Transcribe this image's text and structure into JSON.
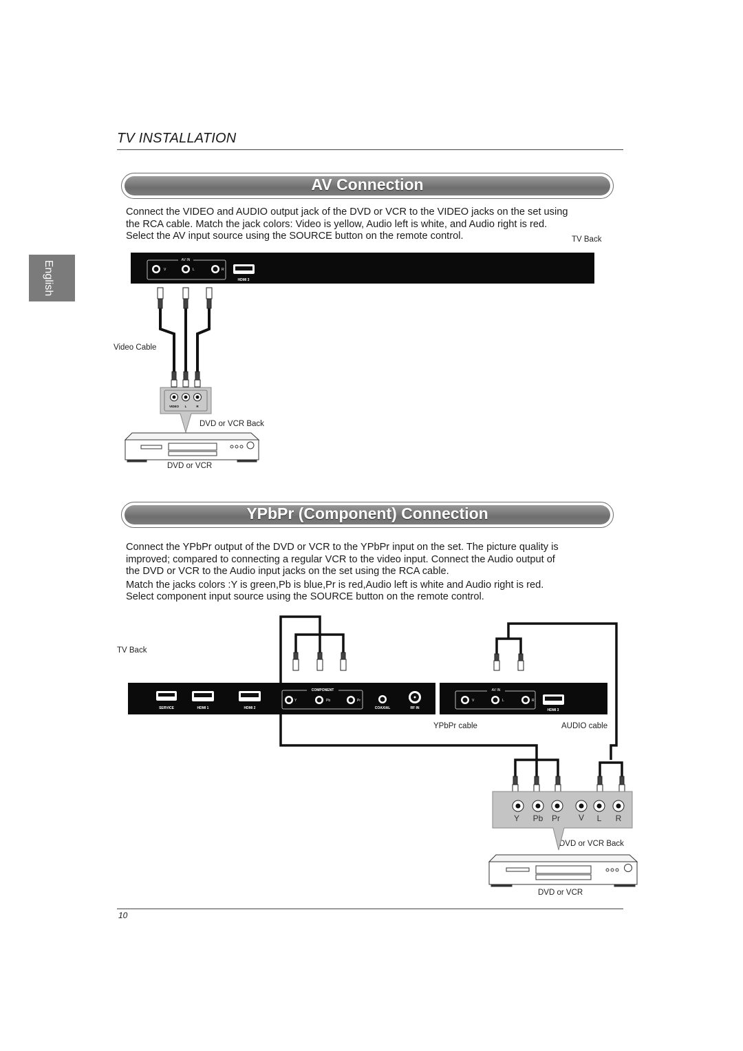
{
  "page": {
    "section_title": "TV INSTALLATION",
    "language_tab": "English",
    "page_number": "10"
  },
  "av": {
    "title": "AV Connection",
    "para_lines": [
      "Connect the VIDEO and AUDIO output jack of the DVD or VCR to the VIDEO jacks on the set using",
      "the RCA cable. Match the jack colors: Video is yellow, Audio left is white, and Audio right is red.",
      "Select the AV input source using the SOURCE button on the remote control."
    ],
    "tv_back_label": "TV Back",
    "panel_header": "AV IN",
    "panel_jacks": [
      "V",
      "L",
      "R"
    ],
    "panel_hdmi": "HDMI 3",
    "cable_label": "Video Cable",
    "device_jacks": [
      "VIDEO",
      "L",
      "R"
    ],
    "device_back_label": "DVD or VCR Back",
    "device_label": "DVD or VCR"
  },
  "ypbpr": {
    "title": "YPbPr (Component)  Connection",
    "para_lines": [
      "Connect the YPbPr output of the DVD or VCR to the YPbPr input on the set.  The picture quality is",
      "improved; compared to connecting a regular VCR to the video input. Connect the Audio output of",
      "the DVD or VCR to the Audio input jacks on the set using the RCA cable.",
      "Match the jacks colors :Y is green,Pb is blue,Pr is red,Audio left is white and Audio right is red.",
      "Select component input source using the SOURCE button on the remote control."
    ],
    "tv_back_label": "TV Back",
    "panel_left": [
      "SERVICE",
      "HDMI 1",
      "HDMI 2"
    ],
    "component_header": "COMPONENT",
    "component_jacks": [
      "Y",
      "Pb",
      "Pr"
    ],
    "coaxial": "COAXIAL",
    "rf_in": "RF IN",
    "av_header": "AV IN",
    "av_jacks": [
      "V",
      "L",
      "R"
    ],
    "av_hdmi": "HDMI 3",
    "ypbpr_cable_label": "YPbPr cable",
    "audio_cable_label": "AUDIO cable",
    "device_jacks": [
      "Y",
      "Pb",
      "Pr",
      "V",
      "L",
      "R"
    ],
    "device_back_label": "DVD or VCR Back",
    "device_label": "DVD or VCR"
  }
}
